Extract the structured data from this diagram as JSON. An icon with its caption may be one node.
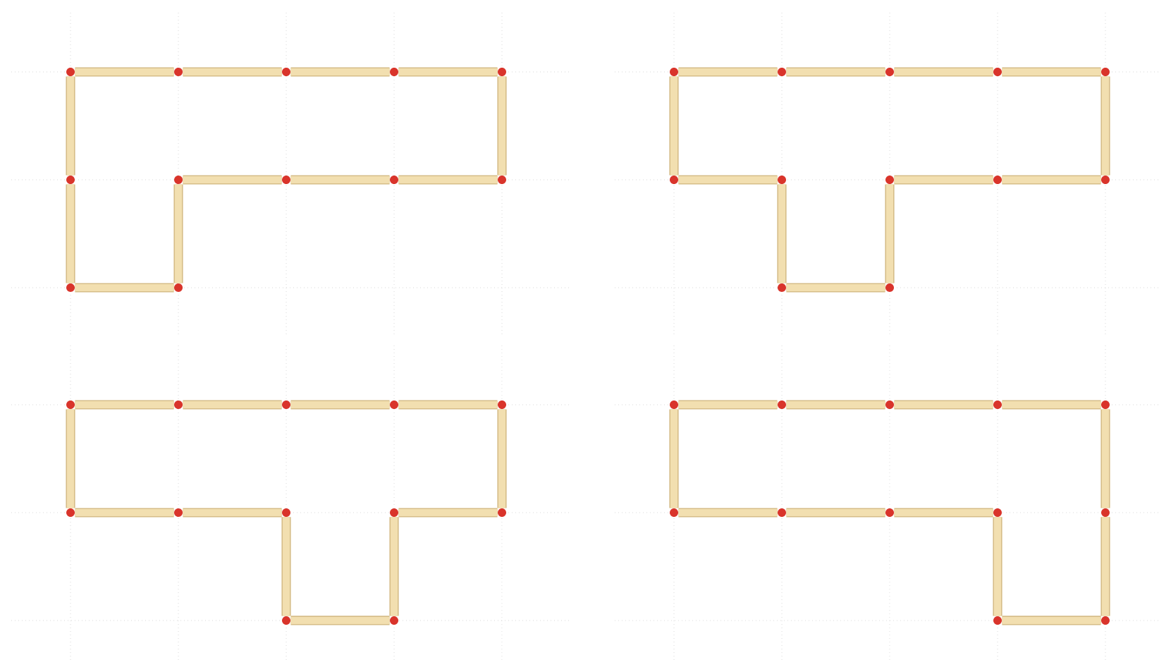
{
  "diagram": {
    "nodes": [
      {
        "text": [],
        "shape": "circle"
      },
      {
        "text": [],
        "shape": "circle"
      },
      {
        "text": [],
        "shape": "circle"
      },
      {
        "text": [],
        "shape": "circle"
      },
      {
        "text": [],
        "shape": "circle"
      },
      {
        "text": [],
        "shape": "circle"
      },
      {
        "text": [],
        "shape": "circle"
      },
      {
        "text": [],
        "shape": "circle"
      },
      {
        "text": [],
        "shape": "circle"
      },
      {
        "text": [],
        "shape": "circle"
      },
      {
        "text": [],
        "shape": "circle"
      },
      {
        "text": [],
        "shape": "circle"
      },
      {
        "text": [],
        "shape": "circle"
      },
      {
        "text": [],
        "shape": "circle"
      },
      {
        "text": [],
        "shape": "circle"
      },
      {
        "text": [],
        "shape": "circle"
      },
      {
        "text": [],
        "shape": "circle"
      },
      {
        "text": [],
        "shape": "circle"
      },
      {
        "text": [],
        "shape": "circle"
      },
      {
        "text": [],
        "shape": "circle"
      },
      {
        "text": [],
        "shape": "circle"
      },
      {
        "text": [],
        "shape": "circle"
      },
      {
        "text": [],
        "shape": "circle"
      },
      {
        "text": [],
        "shape": "circle"
      },
      {
        "text": [],
        "shape": "circle"
      },
      {
        "text": [],
        "shape": "circle"
      },
      {
        "text": [],
        "shape": "circle"
      },
      {
        "text": [],
        "shape": "circle"
      },
      {
        "text": [],
        "shape": "circle"
      },
      {
        "text": [],
        "shape": "circle"
      },
      {
        "text": [],
        "shape": "circle"
      },
      {
        "text": [],
        "shape": "circle"
      },
      {
        "text": [],
        "shape": "circle"
      },
      {
        "text": [],
        "shape": "circle"
      },
      {
        "text": [],
        "shape": "circle"
      },
      {
        "text": [],
        "shape": "circle"
      },
      {
        "text": [],
        "shape": "circle"
      },
      {
        "text": [],
        "shape": "circle"
      },
      {
        "text": [],
        "shape": "circle"
      },
      {
        "text": [],
        "shape": "circle"
      },
      {
        "text": [],
        "shape": "circle"
      },
      {
        "text": [],
        "shape": "circle"
      },
      {
        "text": [],
        "shape": "circle"
      },
      {
        "text": [],
        "shape": "circle"
      },
      {
        "text": [],
        "shape": "circle"
      },
      {
        "text": [],
        "shape": "circle"
      },
      {
        "text": [],
        "shape": "circle"
      },
      {
        "text": [],
        "shape": "circle"
      }
    ],
    "edges": [
      {
        "from": 0,
        "to": 1,
        "arrow": "none"
      },
      {
        "from": 1,
        "to": 2,
        "arrow": "none"
      },
      {
        "from": 2,
        "to": 3,
        "arrow": "none"
      },
      {
        "from": 3,
        "to": 4,
        "arrow": "none"
      },
      {
        "from": 4,
        "to": 5,
        "arrow": "none"
      },
      {
        "from": 5,
        "to": 6,
        "arrow": "none"
      },
      {
        "from": 6,
        "to": 7,
        "arrow": "none"
      },
      {
        "from": 7,
        "to": 8,
        "arrow": "none"
      },
      {
        "from": 8,
        "to": 9,
        "arrow": "none"
      },
      {
        "from": 9,
        "to": 10,
        "arrow": "none"
      },
      {
        "from": 10,
        "to": 11,
        "arrow": "none"
      },
      {
        "from": 11,
        "to": 0,
        "arrow": "none"
      },
      {
        "from": 12,
        "to": 13,
        "arrow": "none"
      },
      {
        "from": 13,
        "to": 14,
        "arrow": "none"
      },
      {
        "from": 14,
        "to": 15,
        "arrow": "none"
      },
      {
        "from": 15,
        "to": 16,
        "arrow": "none"
      },
      {
        "from": 16,
        "to": 17,
        "arrow": "none"
      },
      {
        "from": 17,
        "to": 18,
        "arrow": "none"
      },
      {
        "from": 18,
        "to": 19,
        "arrow": "none"
      },
      {
        "from": 19,
        "to": 20,
        "arrow": "none"
      },
      {
        "from": 20,
        "to": 21,
        "arrow": "none"
      },
      {
        "from": 21,
        "to": 22,
        "arrow": "none"
      },
      {
        "from": 22,
        "to": 23,
        "arrow": "none"
      },
      {
        "from": 23,
        "to": 12,
        "arrow": "none"
      },
      {
        "from": 24,
        "to": 25,
        "arrow": "none"
      },
      {
        "from": 25,
        "to": 26,
        "arrow": "none"
      },
      {
        "from": 26,
        "to": 27,
        "arrow": "none"
      },
      {
        "from": 27,
        "to": 28,
        "arrow": "none"
      },
      {
        "from": 28,
        "to": 29,
        "arrow": "none"
      },
      {
        "from": 29,
        "to": 30,
        "arrow": "none"
      },
      {
        "from": 30,
        "to": 31,
        "arrow": "none"
      },
      {
        "from": 31,
        "to": 32,
        "arrow": "none"
      },
      {
        "from": 32,
        "to": 33,
        "arrow": "none"
      },
      {
        "from": 33,
        "to": 34,
        "arrow": "none"
      },
      {
        "from": 34,
        "to": 35,
        "arrow": "none"
      },
      {
        "from": 35,
        "to": 24,
        "arrow": "none"
      },
      {
        "from": 36,
        "to": 37,
        "arrow": "none"
      },
      {
        "from": 37,
        "to": 38,
        "arrow": "none"
      },
      {
        "from": 38,
        "to": 39,
        "arrow": "none"
      },
      {
        "from": 39,
        "to": 40,
        "arrow": "none"
      },
      {
        "from": 40,
        "to": 41,
        "arrow": "none"
      },
      {
        "from": 41,
        "to": 42,
        "arrow": "none"
      },
      {
        "from": 42,
        "to": 43,
        "arrow": "none"
      },
      {
        "from": 43,
        "to": 44,
        "arrow": "none"
      },
      {
        "from": 44,
        "to": 45,
        "arrow": "none"
      },
      {
        "from": 45,
        "to": 46,
        "arrow": "none"
      },
      {
        "from": 46,
        "to": 47,
        "arrow": "none"
      },
      {
        "from": 47,
        "to": 36,
        "arrow": "none"
      }
    ]
  }
}
